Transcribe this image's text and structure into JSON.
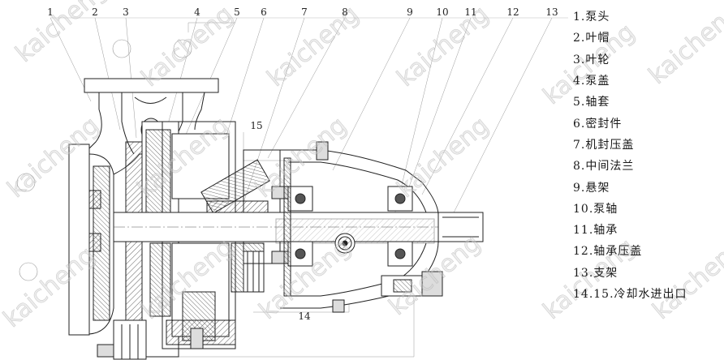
{
  "callouts_top": [
    "1",
    "2",
    "3",
    "4",
    "5",
    "6",
    "7",
    "8",
    "9",
    "10",
    "11",
    "12",
    "13"
  ],
  "callout_15": "15",
  "callout_14": "14",
  "legend": [
    "1.泵头",
    "2.叶帽",
    "3.叶轮",
    "4.泵盖",
    "5.轴套",
    "6.密封件",
    "7.机封压盖",
    "8.中间法兰",
    "9.悬架",
    "10.泵轴",
    "11.轴承",
    "12.轴承压盖",
    "13.支架",
    "14.15.冷却水进出口"
  ],
  "watermark": "kaicheng"
}
